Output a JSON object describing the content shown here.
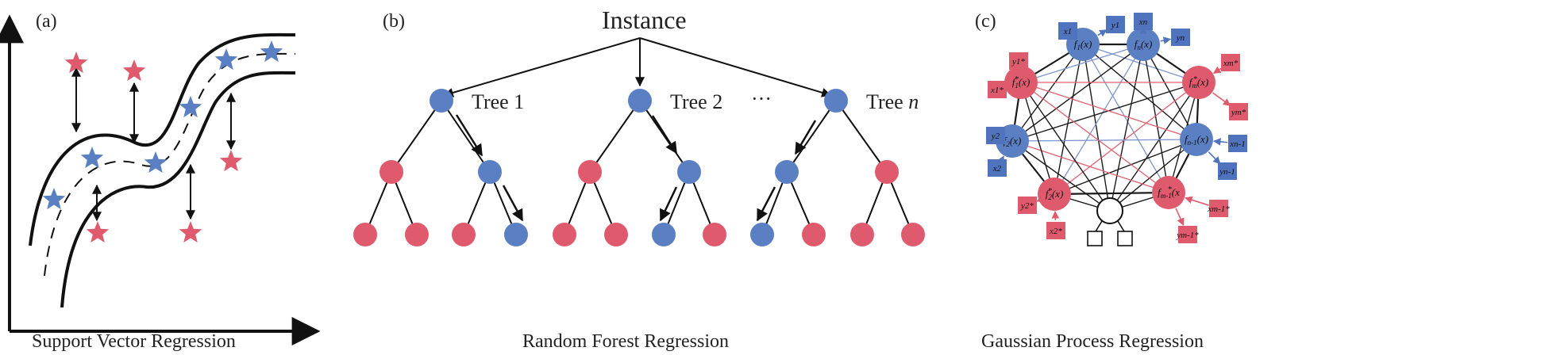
{
  "panels": {
    "a": {
      "tag": "(a)",
      "caption": "Support Vector Regression"
    },
    "b": {
      "tag": "(b)",
      "caption": "Random Forest Regression",
      "root_label": "Instance",
      "tree_prefix": "Tree",
      "trees": [
        "1",
        "2",
        "n"
      ],
      "ellipsis": "···"
    },
    "c": {
      "tag": "(c)",
      "caption": "Gaussian Process Regression",
      "nodes": [
        {
          "id": "f1",
          "base": "f",
          "sub": "1",
          "star": false,
          "tail": "(x)",
          "color": "blue"
        },
        {
          "id": "fn",
          "base": "f",
          "sub": "n",
          "star": false,
          "tail": "(x)",
          "color": "blue"
        },
        {
          "id": "fm",
          "base": "f",
          "sub": "m",
          "star": true,
          "tail": "(x)",
          "color": "red"
        },
        {
          "id": "fn1",
          "base": "f",
          "sub": "n-1",
          "star": false,
          "tail": "(x)",
          "color": "blue"
        },
        {
          "id": "fm1",
          "base": "f",
          "sub": "m-1",
          "star": true,
          "tail": "(x",
          "color": "red"
        },
        {
          "id": "f2s",
          "base": "f",
          "sub": "2",
          "star": true,
          "tail": "(x)",
          "color": "red"
        },
        {
          "id": "f2",
          "base": "f",
          "sub": "2",
          "star": false,
          "tail": "(x)",
          "color": "blue"
        },
        {
          "id": "f1s",
          "base": "f",
          "sub": "1",
          "star": true,
          "tail": "(x)",
          "color": "red"
        }
      ],
      "boxes": [
        {
          "id": "x1",
          "text": "x1",
          "color": "blue"
        },
        {
          "id": "y1",
          "text": "y1",
          "color": "blue"
        },
        {
          "id": "xn",
          "text": "xn",
          "color": "blue"
        },
        {
          "id": "yn",
          "text": "yn",
          "color": "blue"
        },
        {
          "id": "xm",
          "text": "xm*",
          "color": "red"
        },
        {
          "id": "ym",
          "text": "ym*",
          "color": "red"
        },
        {
          "id": "xn1",
          "text": "xn-1",
          "color": "blue"
        },
        {
          "id": "yn1",
          "text": "yn-1",
          "color": "blue"
        },
        {
          "id": "xm1",
          "text": "xm-1*",
          "color": "red"
        },
        {
          "id": "ym1",
          "text": "ym-1*",
          "color": "red"
        },
        {
          "id": "y2s",
          "text": "y2*",
          "color": "red"
        },
        {
          "id": "x2s",
          "text": "x2*",
          "color": "red"
        },
        {
          "id": "y2",
          "text": "y2",
          "color": "blue"
        },
        {
          "id": "x2",
          "text": "x2",
          "color": "blue"
        },
        {
          "id": "y1s",
          "text": "y1*",
          "color": "red"
        },
        {
          "id": "x1s",
          "text": "x1*",
          "color": "red"
        }
      ]
    }
  },
  "colors": {
    "blue": "#5a7fc2",
    "red": "#e05a6d",
    "box_blue": "#4f74bd",
    "box_red": "#e05a6d",
    "edge_black": "#1a1a1a",
    "edge_red": "#e06070",
    "edge_blue": "#7f96cc"
  }
}
